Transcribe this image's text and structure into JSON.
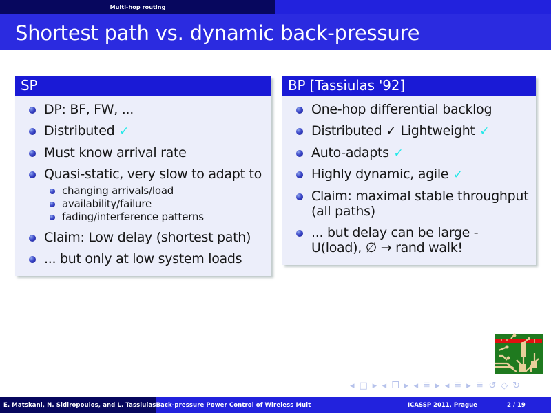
{
  "navbar": {
    "section_label": "Multi-hop routing"
  },
  "title": "Shortest path vs. dynamic back-pressure",
  "colors": {
    "title_bar": "#2b2be0",
    "nav_dark": "#07075e",
    "block_title": "#1a1ad6",
    "block_body": "#eceefa",
    "check": "#22e8e8",
    "bullet": "#2b35c0",
    "logo_green": "#1f7a1f",
    "logo_trace": "#e8cf9a",
    "logo_red": "#e01010"
  },
  "blocks": [
    {
      "id": "sp",
      "title": "SP",
      "items": [
        {
          "text": "DP: BF, FW, ...",
          "check": false
        },
        {
          "text": "Distributed",
          "check": true
        },
        {
          "text": "Must know arrival rate",
          "check": false
        },
        {
          "text": "Quasi-static, very slow to adapt to",
          "check": false,
          "subitems": [
            "changing arrivals/load",
            "availability/failure",
            "fading/interference patterns"
          ]
        },
        {
          "text": "Claim: Low delay (shortest path)",
          "check": false
        },
        {
          "text": "... but only at low system loads",
          "check": false
        }
      ]
    },
    {
      "id": "bp",
      "title": "BP [Tassiulas '92]",
      "items": [
        {
          "text": "One-hop differential backlog",
          "check": false
        },
        {
          "text": "Distributed ✓ Lightweight",
          "check": true
        },
        {
          "text": "Auto-adapts",
          "check": true
        },
        {
          "text": "Highly dynamic, agile",
          "check": true
        },
        {
          "text": "Claim: maximal stable throughput (all paths)",
          "check": false
        },
        {
          "text": "... but delay can be large - U(load), ∅ → rand walk!",
          "check": false
        }
      ]
    }
  ],
  "nav_symbols": {
    "first_group": "◂ □ ▸",
    "second_group": "◂ ❐ ▸",
    "third_group": "◂ ≣ ▸",
    "fourth_group": "◂ ≣ ▸",
    "back_symbol": "≣",
    "end_group": "↺ ◇ ↻"
  },
  "footer": {
    "authors": "E. Matskani, N. Sidiropoulos, and L. Tassiulas",
    "paper_title": "Back-pressure Power Control of Wireless Mult",
    "venue": "ICASSP 2011, Prague",
    "page": "2 / 19"
  }
}
